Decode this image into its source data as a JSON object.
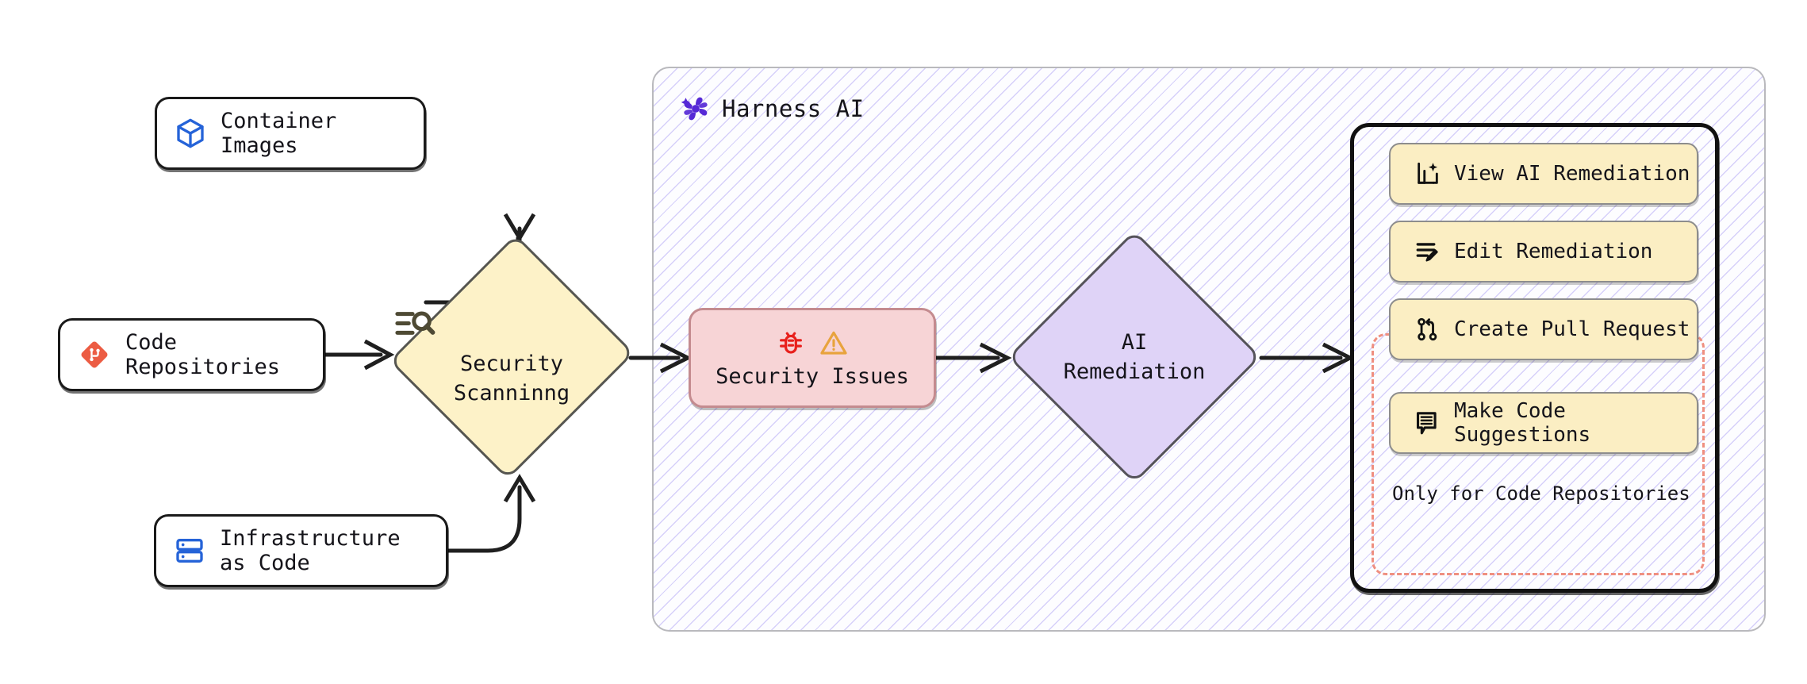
{
  "diagram": {
    "title": "Harness AI security scanning and AI remediation flow",
    "type": "flowchart"
  },
  "sources": [
    {
      "id": "container-images",
      "label": "Container Images",
      "icon": "cube-icon",
      "icon_color": "#2563d8"
    },
    {
      "id": "code-repositories",
      "label": "Code Repositories",
      "icon": "git-diamond-icon",
      "icon_color": "#ec5c43"
    },
    {
      "id": "infrastructure-as-code",
      "label": "Infrastructure as Code",
      "icon": "server-rack-icon",
      "icon_color": "#2563d8"
    }
  ],
  "scanning": {
    "label_line1": "Security",
    "label_line2": "Scanninng",
    "icon": "scan-search-icon",
    "fill": "#fdf2c8",
    "stroke": "#565651"
  },
  "group": {
    "title": "Harness AI",
    "logo": "harness-pinwheel-logo",
    "logo_color": "#5629d6"
  },
  "issues": {
    "label": "Security Issues",
    "icons": [
      "bug-icon",
      "warning-triangle-icon"
    ],
    "bug_color": "#e8201c",
    "warning_color": "#e8a33d",
    "fill": "#f7d4d6",
    "stroke": "#c48b8f"
  },
  "remediation": {
    "label_line1": "AI",
    "label_line2": "Remediation",
    "fill": "#dfd3f7",
    "stroke": "#55535a"
  },
  "actions": [
    {
      "id": "view-ai-remediation",
      "label": "View AI Remediation",
      "icon": "ai-sparkle-document-icon"
    },
    {
      "id": "edit-remediation",
      "label": "Edit Remediation",
      "icon": "edit-pencil-lines-icon"
    },
    {
      "id": "create-pull-request",
      "label": "Create Pull Request",
      "icon": "git-pull-request-icon"
    },
    {
      "id": "make-code-suggestions",
      "label": "Make Code Suggestions",
      "icon": "comment-lines-icon"
    }
  ],
  "action_subgroup": {
    "caption": "Only for Code Repositories",
    "border_color": "#ef8f80",
    "border_style": "dashed"
  },
  "colors": {
    "accent_purple": "#5629d6",
    "node_yellow": "#fbeec3",
    "node_pink": "#f7d4d6",
    "node_lavender": "#dfd3f7",
    "edge": "#1f1f1f"
  }
}
